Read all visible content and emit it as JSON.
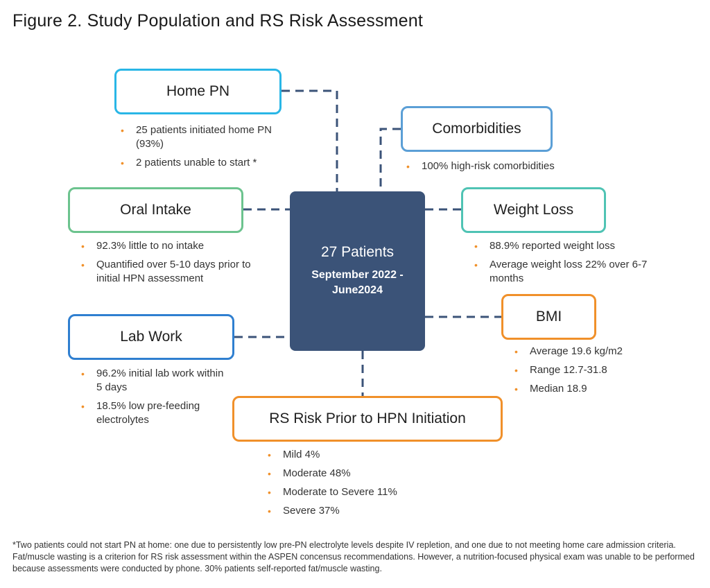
{
  "title": "Figure 2. Study Population and RS Risk Assessment",
  "center": {
    "count": "27 Patients",
    "date_range": "September 2022 - June2024"
  },
  "nodes": {
    "home_pn": {
      "label": "Home PN",
      "color": "#29b6e6",
      "bullets": [
        "25 patients initiated home PN (93%)",
        "2 patients unable to start *"
      ]
    },
    "comorbidities": {
      "label": "Comorbidities",
      "color": "#5b9fd6",
      "bullets": [
        "100% high-risk comorbidities"
      ]
    },
    "oral_intake": {
      "label": "Oral Intake",
      "color": "#6cc38e",
      "bullets": [
        "92.3% little to no intake",
        "Quantified over 5-10 days prior to initial HPN assessment"
      ]
    },
    "weight_loss": {
      "label": "Weight Loss",
      "color": "#4fc3b4",
      "bullets": [
        "88.9% reported weight loss",
        "Average weight loss 22% over 6-7 months"
      ]
    },
    "bmi": {
      "label": "BMI",
      "color": "#f0902a",
      "bullets": [
        "Average 19.6 kg/m2",
        "Range 12.7-31.8",
        "Median 18.9"
      ]
    },
    "lab_work": {
      "label": "Lab Work",
      "color": "#2f7fd0",
      "bullets": [
        "96.2% initial lab work within 5 days",
        "18.5% low pre-feeding electrolytes"
      ]
    },
    "rs_risk": {
      "label": "RS Risk Prior to HPN Initiation",
      "color": "#f0902a",
      "bullets": [
        "Mild 4%",
        "Moderate 48%",
        "Moderate to Severe 11%",
        "Severe 37%"
      ]
    }
  },
  "colors": {
    "center_fill": "#3b5378",
    "connector": "#3b5378",
    "bullet": "#f0902a"
  },
  "footnote": "*Two patients could not start PN at home: one due to persistently low pre-PN electrolyte levels despite IV repletion, and one due to not meeting home care admission criteria. Fat/muscle wasting is a criterion for RS risk assessment within the ASPEN concensus recommendations. However, a nutrition-focused physical exam was unable to be performed because assessments were conducted by phone. 30% patients self-reported fat/muscle wasting."
}
